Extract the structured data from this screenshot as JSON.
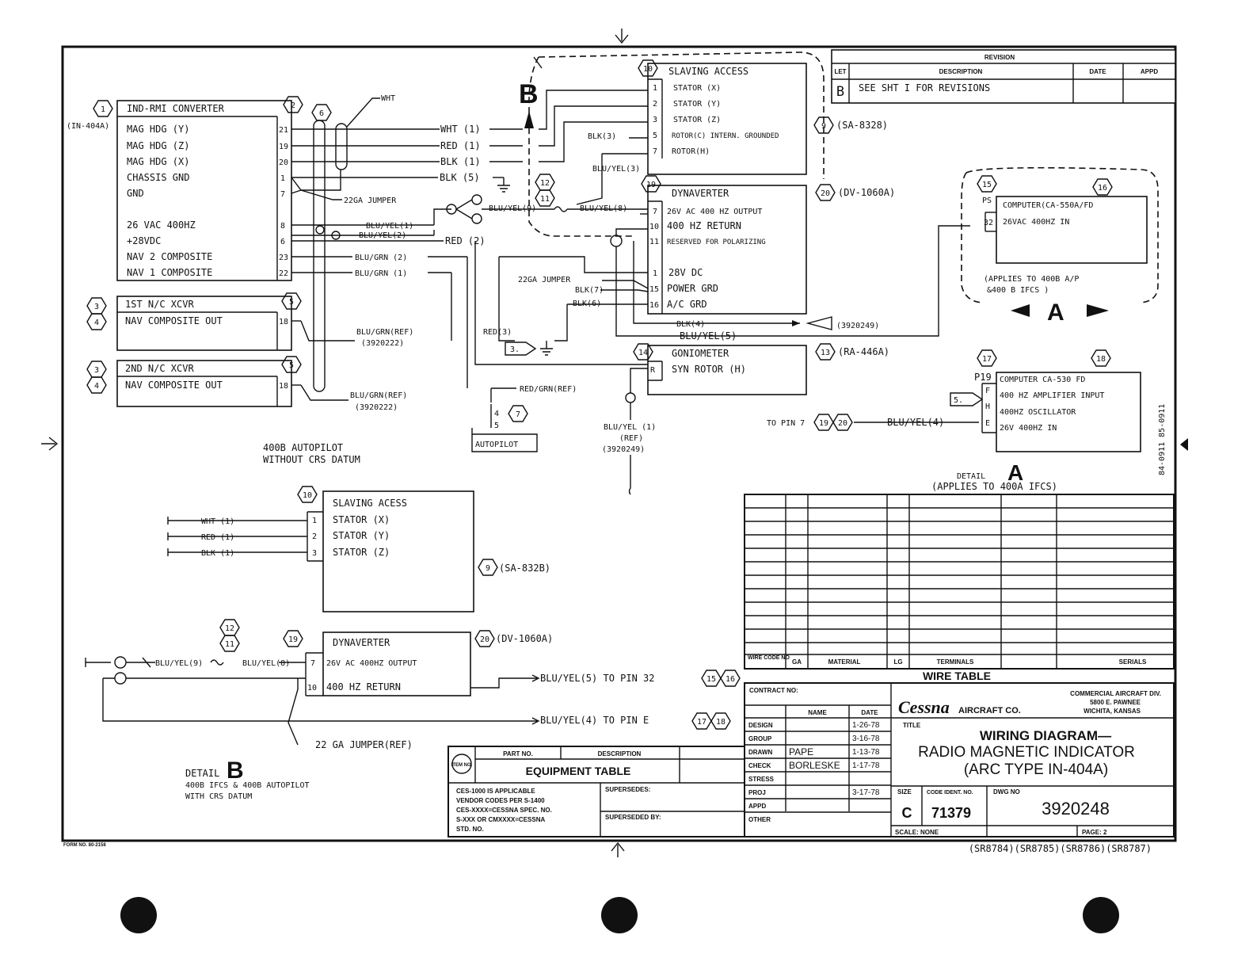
{
  "revision": {
    "header": "REVISION",
    "cols": [
      "LET",
      "DESCRIPTION",
      "DATE",
      "APPD"
    ],
    "row": {
      "let": "B",
      "desc": "SEE SHT I FOR REVISIONS"
    }
  },
  "refs": {
    "left_ind": "(IN-404A)",
    "sa8328": "(SA-8328)",
    "dv1060": "(DV-1060A)",
    "ra446": "(RA-446A)",
    "sa832b": "(SA-832B)",
    "dv1060b": "(DV-1060A)",
    "ref_392249": "(3920249)"
  },
  "converter": {
    "title": "IND-RMI CONVERTER",
    "rows": [
      "MAG HDG (Y)",
      "MAG HDG (Z)",
      "MAG HDG (X)",
      "CHASSIS GND",
      "GND",
      "26 VAC 400HZ",
      "+28VDC",
      "NAV 2 COMPOSITE",
      "NAV 1 COMPOSITE"
    ],
    "pins": [
      "21",
      "19",
      "20",
      "1",
      "7",
      "8",
      "6",
      "23",
      "22"
    ]
  },
  "xcvr1": {
    "title": "1ST N/C XCVR",
    "row": "NAV COMPOSITE OUT",
    "pin": "18"
  },
  "xcvr2": {
    "title": "2ND N/C XCVR",
    "row": "NAV COMPOSITE OUT",
    "pin": "18"
  },
  "slaving": {
    "title": "SLAVING ACCESS",
    "rows": [
      "STATOR (X)",
      "STATOR (Y)",
      "STATOR (Z)",
      "ROTOR(C) INTERN. GROUNDED",
      "ROTOR(H)"
    ],
    "pins": [
      "1",
      "2",
      "3",
      "5",
      "7"
    ]
  },
  "dynaverter": {
    "title": "DYNAVERTER",
    "rows": [
      "26V AC 400 HZ OUTPUT",
      "400 HZ RETURN",
      "RESERVED FOR POLARIZING",
      "28V DC",
      "POWER GRD",
      "A/C GRD"
    ],
    "pins": [
      "7",
      "10",
      "11",
      "1",
      "15",
      "16"
    ]
  },
  "goniometer": {
    "title": "GONIOMETER",
    "row": "SYN ROTOR (H)",
    "pin": "R"
  },
  "computer550": {
    "ps": "PS",
    "title": "COMPUTER(CA-550A/FD",
    "row": "26VAC 400HZ IN",
    "pin": "32",
    "note1": "(APPLIES TO 400B A/P",
    "note2": "&400 B IFCS )"
  },
  "computer530": {
    "plug": "P19",
    "rows": [
      "COMPUTER CA-530 FD",
      "400 HZ AMPLIFIER INPUT",
      "400HZ OSCILLATOR",
      "26V 400HZ IN"
    ],
    "pins": [
      "F",
      "H",
      "E"
    ],
    "topin": "TO PIN 7",
    "wire": "BLU/YEL(4)",
    "detail": "DETAIL",
    "detail_letter": "A",
    "applies": "(APPLIES TO 400A IFCS)"
  },
  "wires": {
    "wht1": "WHT (1)",
    "red1": "RED (1)",
    "blk1": "BLK (1)",
    "blk5": "BLK (5)",
    "jumper22": "22GA JUMPER",
    "bluyel1": "BLU/YEL(1)",
    "bluyel2": "BLU/YEL(2)",
    "red2": "RED (2)",
    "blugrn2": "BLU/GRN (2)",
    "blugrn1": "BLU/GRN (1)",
    "blugrnref1": "BLU/GRN(REF)",
    "ref3920222a": "(3920222)",
    "blugrnref2": "BLU/GRN(REF)",
    "ref3920222b": "(3920222)",
    "blk3": "BLK(3)",
    "bluyel3": "BLU/YEL(3)",
    "bluyel9": "BLU/YEL(9)",
    "bluyel8": "BLU/YEL(8)",
    "jumper22b": "22GA JUMPER",
    "blk7": "BLK(7)",
    "blk6": "BLK(6)",
    "red3": "RED(3)",
    "blk4": "BLK(4)",
    "bluyel5": "BLU/YEL(5)",
    "redgrnref": "RED/GRN(REF)",
    "bluyelref1": "BLU/YEL (1)",
    "bluyelref2": "(REF)",
    "bluyelref3": "(3920249)",
    "wht": "WHT"
  },
  "autopilot": {
    "label": "AUTOPILOT",
    "pins": [
      "4",
      "5"
    ],
    "note1": "400B AUTOPILOT",
    "note2": "WITHOUT CRS DATUM"
  },
  "detailB": {
    "slaving_title": "SLAVING ACESS",
    "slaving_rows": [
      "STATOR (X)",
      "STATOR (Y)",
      "STATOR (Z)"
    ],
    "slaving_pins": [
      "1",
      "2",
      "3"
    ],
    "wires": [
      "WHT (1)",
      "RED (1)",
      "BLK (1)"
    ],
    "dyn_title": "DYNAVERTER",
    "dyn_rows": [
      "26V AC 400HZ OUTPUT",
      "400 HZ RETURN"
    ],
    "dyn_pins": [
      "7",
      "10"
    ],
    "bluyel9": "BLU/YEL(9)",
    "bluyel8": "BLU/YEL(8)",
    "to32": "BLU/YEL(5) TO PIN 32",
    "toE": "BLU/YEL(4) TO PIN E",
    "jumper": "22 GA JUMPER(REF)",
    "detail": "DETAIL",
    "letter": "B",
    "note1": "400B IFCS & 400B AUTOPILOT",
    "note2": "WITH CRS DATUM"
  },
  "letter_B": "B",
  "letter_A": "A",
  "wire_table": {
    "cols": [
      "WIRE CODE NO",
      "GA",
      "MATERIAL",
      "LG",
      "TERMINALS",
      "SERIALS"
    ],
    "title": "WIRE TABLE"
  },
  "equipment": {
    "cols": [
      "ITEM NO.",
      "PART NO.",
      "DESCRIPTION"
    ],
    "title": "EQUIPMENT TABLE",
    "note": [
      "CES-1000 IS APPLICABLE",
      "VENDOR CODES PER S-1400",
      "CES-XXXX=CESSNA SPEC. NO.",
      "S-XXX OR CMXXXX=CESSNA",
      "STD. NO."
    ],
    "supersedes": "SUPERSEDES:",
    "superseded_by": "SUPERSEDED BY:"
  },
  "title_block": {
    "contract": "CONTRACT NO:",
    "name_col": "NAME",
    "date_col": "DATE",
    "roles": [
      "DESIGN",
      "GROUP",
      "DRAWN",
      "CHECK",
      "STRESS",
      "PROJ",
      "APPD",
      "OTHER"
    ],
    "names": [
      "",
      "",
      "PAPE",
      "BORLESKE",
      "",
      "",
      "",
      ""
    ],
    "dates": [
      "1-26-78",
      "3-16-78",
      "1-13-78",
      "1-17-78",
      "",
      "3-17-78",
      "",
      ""
    ],
    "brand": "Cessna",
    "brand2": "AIRCRAFT CO.",
    "company": [
      "COMMERCIAL AIRCRAFT DIV.",
      "5800 E. PAWNEE",
      "WICHITA, KANSAS"
    ],
    "title_label": "TITLE",
    "title1": "WIRING DIAGRAM—",
    "title2": "RADIO MAGNETIC INDICATOR",
    "title3": "(ARC TYPE IN-404A)",
    "size_label": "SIZE",
    "size": "C",
    "code_label": "CODE IDENT. NO.",
    "code": "71379",
    "dwg_label": "DWG NO",
    "dwg": "3920248",
    "scale": "SCALE: NONE",
    "page": "PAGE: 2"
  },
  "form_no": "FORM NO. 80-2158",
  "serials": "(SR8784)(SR8785)(SR8786)(SR8787)",
  "side_code": "84-0911 85-0911"
}
